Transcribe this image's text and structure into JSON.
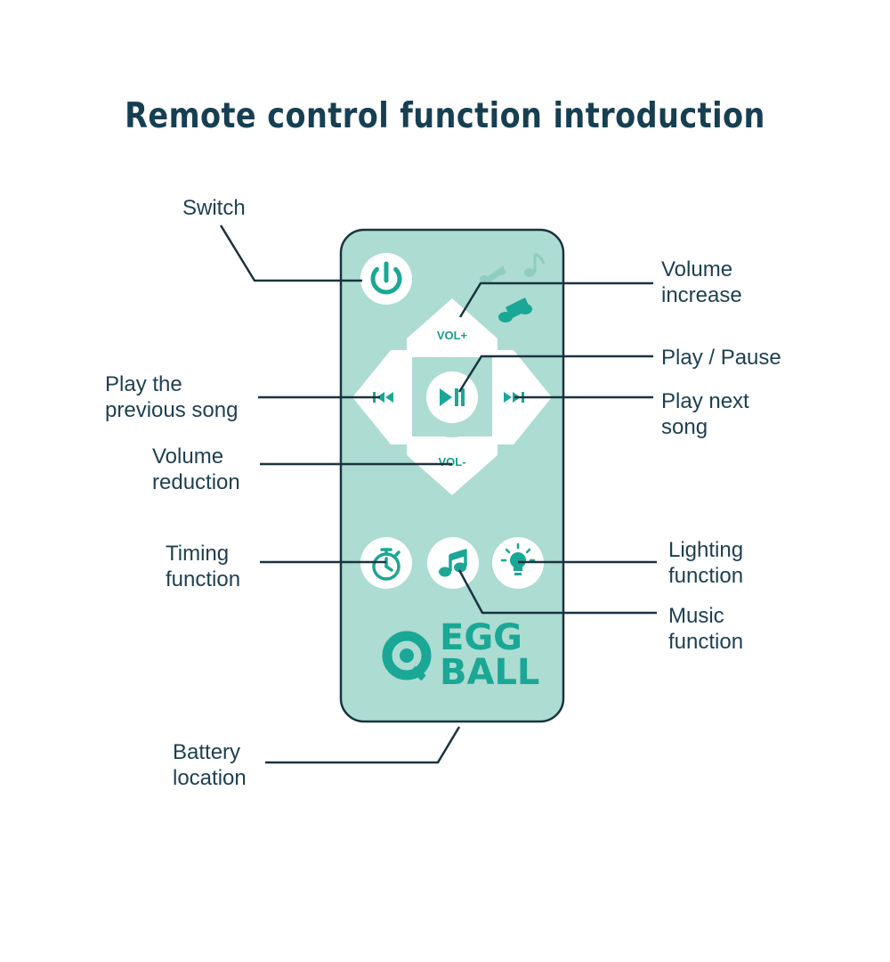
{
  "title": "Remote control function introduction",
  "labels": {
    "switch": "Switch",
    "volume_increase": "Volume\nincrease",
    "play_pause": "Play / Pause",
    "previous_song": "Play the\nprevious song",
    "next_song": "Play next\nsong",
    "volume_reduction": "Volume\nreduction",
    "timing": "Timing\nfunction",
    "lighting": "Lighting\nfunction",
    "music": "Music\nfunction",
    "battery": "Battery\nlocation"
  },
  "remote": {
    "vol_up": "VOL+",
    "vol_down": "VOL-",
    "brand_line1": "EGG",
    "brand_line2": "BALL"
  },
  "colors": {
    "body": "#acdcd2",
    "accent": "#1aa796",
    "text": "#1d3f51",
    "button": "#ffffff"
  },
  "icons": [
    "power-icon",
    "previous-icon",
    "play-pause-icon",
    "next-icon",
    "timer-icon",
    "music-note-icon",
    "light-bulb-icon",
    "brand-logo-icon"
  ]
}
